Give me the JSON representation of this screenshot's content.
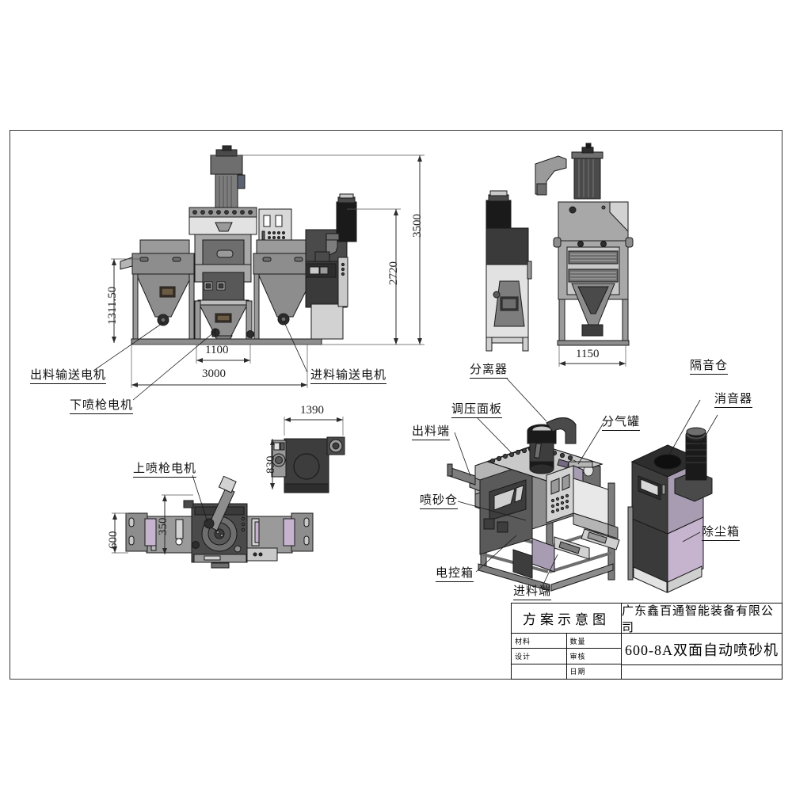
{
  "sheet": {
    "title": "600-8A双面自动喷砂机 方案示意图",
    "background": "#ffffff",
    "border_color": "#3a3a3a"
  },
  "title_block": {
    "drawing_type": "方案示意图",
    "company": "广东鑫百通智能装备有限公司",
    "model": "600-8A双面自动喷砂机",
    "fields": [
      {
        "label": "材料",
        "value": ""
      },
      {
        "label": "设计",
        "value": ""
      },
      {
        "label": "",
        "value": ""
      },
      {
        "label": "数量",
        "value": ""
      },
      {
        "label": "审核",
        "value": ""
      },
      {
        "label": "日期",
        "value": ""
      }
    ]
  },
  "dimensions": {
    "front_height_total": "3500",
    "front_height_machine": "2720",
    "front_height_hopper": "1311.50",
    "front_width_cabin": "1100",
    "front_width_total": "3000",
    "side_width": "1150",
    "top_width": "1390",
    "top_height": "830",
    "plan_offset": "350",
    "plan_width": "600"
  },
  "callouts": {
    "discharge_conveyor_motor": "出料输送电机",
    "lower_gun_motor": "下喷枪电机",
    "feed_conveyor_motor": "进料输送电机",
    "upper_gun_motor": "上喷枪电机",
    "separator": "分离器",
    "pressure_panel": "调压面板",
    "discharge_end": "出料端",
    "blast_cabin": "喷砂仓",
    "control_box": "电控箱",
    "feed_end": "进料端",
    "air_tank": "分气罐",
    "sound_enclosure": "隔音仓",
    "silencer": "消音器",
    "dust_box": "除尘箱"
  },
  "colors": {
    "steel_light": "#c9c9c9",
    "steel_mid": "#9a9a9a",
    "steel_dark": "#6e6e6e",
    "charcoal": "#3d3d3d",
    "black": "#1a1a1a",
    "lavender": "#c6b4cf",
    "outline": "#1a1a1a",
    "dim_line": "#2b2b2b"
  }
}
